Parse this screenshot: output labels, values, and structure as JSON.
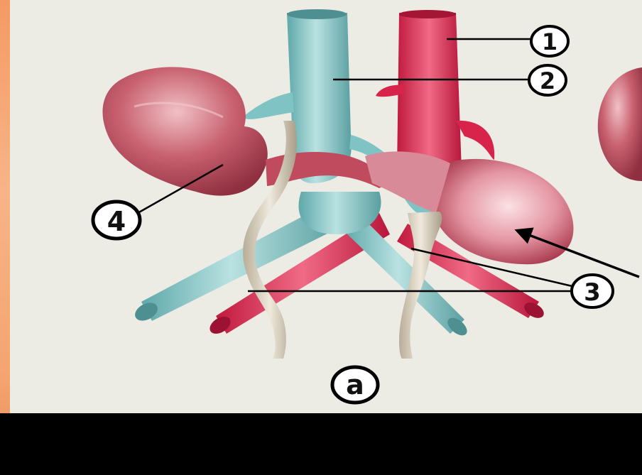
{
  "figure": {
    "callouts": [
      {
        "id": "1",
        "text": "1"
      },
      {
        "id": "2",
        "text": "2"
      },
      {
        "id": "3",
        "text": "3"
      },
      {
        "id": "4",
        "text": "4"
      }
    ],
    "panel_label": "a"
  },
  "colors": {
    "background": "#ecebe4",
    "artery": "#d8234a",
    "artery_light": "#ef6d86",
    "vein": "#7fc3c4",
    "vein_light": "#b9e2e1",
    "kidney": "#b94a5a",
    "kidney_light": "#e8a2ac",
    "ureter": "#cfc6b4",
    "outer_border": "#f59a63",
    "bottom_bar": "#000000"
  }
}
